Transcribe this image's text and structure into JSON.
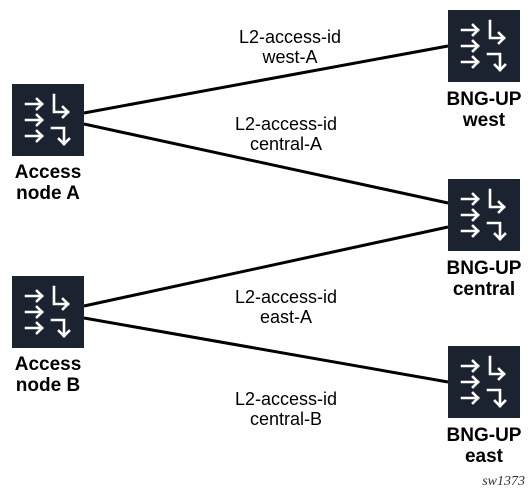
{
  "links": [
    {
      "line1": "L2-access-id",
      "line2": "west-A"
    },
    {
      "line1": "L2-access-id",
      "line2": "central-A"
    },
    {
      "line1": "L2-access-id",
      "line2": "east-A"
    },
    {
      "line1": "L2-access-id",
      "line2": "central-B"
    }
  ],
  "nodes": {
    "access_a": {
      "line1": "Access",
      "line2": "node A",
      "icon": "router-icon"
    },
    "access_b": {
      "line1": "Access",
      "line2": "node B",
      "icon": "router-icon"
    },
    "bng_west": {
      "line1": "BNG-UP",
      "line2": "west",
      "icon": "router-icon"
    },
    "bng_central": {
      "line1": "BNG-UP",
      "line2": "central",
      "icon": "router-icon"
    },
    "bng_east": {
      "line1": "BNG-UP",
      "line2": "east",
      "icon": "router-icon"
    }
  },
  "figure_id": "sw1373",
  "colors": {
    "node_fill": "#1b2330",
    "line": "#000000",
    "icon_stroke": "#ffffff"
  }
}
